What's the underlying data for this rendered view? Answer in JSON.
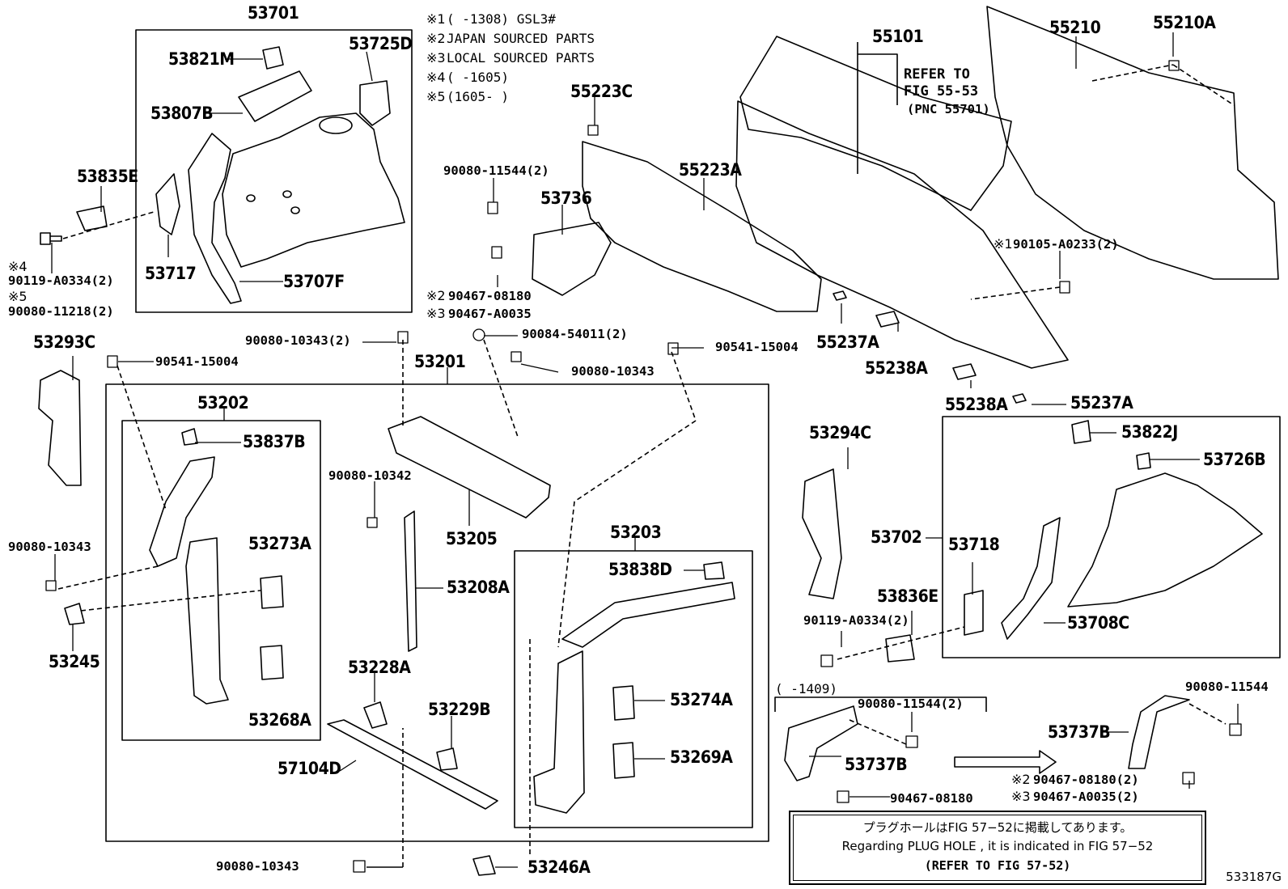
{
  "notes": [
    {
      "mark": "※1",
      "text": "(      -1308) GSL3#"
    },
    {
      "mark": "※2",
      "text": "JAPAN SOURCED PARTS"
    },
    {
      "mark": "※3",
      "text": "LOCAL SOURCED PARTS"
    },
    {
      "mark": "※4",
      "text": "(      -1605)"
    },
    {
      "mark": "※5",
      "text": "(1605-      )"
    }
  ],
  "refer": {
    "line1": "REFER TO",
    "line2": "FIG 55-53",
    "line3": "(PNC 55701)"
  },
  "labels": {
    "p53701": "53701",
    "p53821M": "53821M",
    "p53725D": "53725D",
    "p53807B": "53807B",
    "p53835E": "53835E",
    "p53717": "53717",
    "p53707F": "53707F",
    "p90119_A0334": "90119-A0334(2)",
    "p90080_11218": "90080-11218(2)",
    "m4": "※4",
    "m5": "※5",
    "p53293C": "53293C",
    "p90541_15004a": "90541-15004",
    "p90080_10343_2": "90080-10343(2)",
    "p90084_54011": "90084-54011(2)",
    "p90080_10343a": "90080-10343",
    "p90541_15004b": "90541-15004",
    "p53201": "53201",
    "p53202": "53202",
    "p53837B": "53837B",
    "p90080_10342": "90080-10342",
    "p53205": "53205",
    "p90080_10343b": "90080-10343",
    "p53273A": "53273A",
    "p53245": "53245",
    "p53268A": "53268A",
    "p53208A": "53208A",
    "p53228A": "53228A",
    "p53229B": "53229B",
    "p57104D": "57104D",
    "p53203": "53203",
    "p53838D": "53838D",
    "p53274A": "53274A",
    "p53269A": "53269A",
    "p90080_10343c": "90080-10343",
    "p53246A": "53246A",
    "p55223C": "55223C",
    "p90080_11544_2a": "90080-11544(2)",
    "p53736": "53736",
    "p55223A": "55223A",
    "p90467_08180a": "90467-08180",
    "p90467_A0035a": "90467-A0035",
    "m2a": "※2",
    "m3a": "※3",
    "p55101": "55101",
    "p55210": "55210",
    "p55210A": "55210A",
    "p90105_A0233": "90105-A0233(2)",
    "m1": "※1",
    "p55237A_a": "55237A",
    "p55238A_a": "55238A",
    "p55238A_b": "55238A",
    "p55237A_b": "55237A",
    "p53294C": "53294C",
    "p53822J": "53822J",
    "p53726B": "53726B",
    "p53702": "53702",
    "p53718": "53718",
    "p53836E": "53836E",
    "p90119_A0334_2": "90119-A0334(2)",
    "p53708C": "53708C",
    "p1409": "(     -1409)",
    "p90080_11544_2b": "90080-11544(2)",
    "p53737B_a": "53737B",
    "p90467_08180b": "90467-08180",
    "p53737B_b": "53737B",
    "p90080_11544": "90080-11544",
    "p90467_08180_2": "90467-08180(2)",
    "p90467_A0035_2": "90467-A0035(2)",
    "m2b": "※2",
    "m3b": "※3"
  },
  "footnote": {
    "jp": "プラグホールはFIG 57−52に掲載してあります。",
    "en": "Regarding  PLUG HOLE , it is indicated in FIG  57−52",
    "ref": "(REFER TO FIG 57-52)"
  },
  "illustration_code": "533187G"
}
